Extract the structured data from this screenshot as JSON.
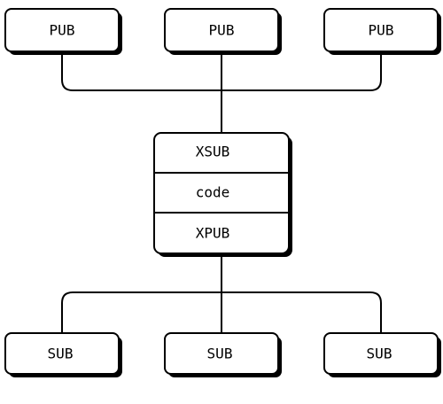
{
  "publishers": [
    {
      "label": "PUB"
    },
    {
      "label": "PUB"
    },
    {
      "label": "PUB"
    }
  ],
  "proxy": {
    "sections": [
      {
        "label": "XSUB"
      },
      {
        "label": "code"
      },
      {
        "label": "XPUB"
      }
    ]
  },
  "subscribers": [
    {
      "label": "SUB"
    },
    {
      "label": "SUB"
    },
    {
      "label": "SUB"
    }
  ]
}
